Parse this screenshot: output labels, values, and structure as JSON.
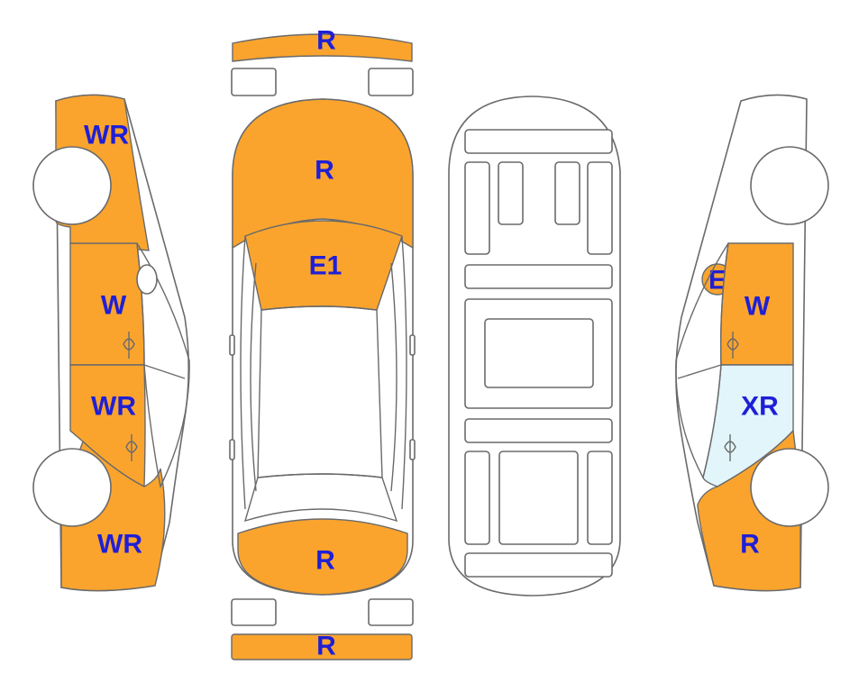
{
  "colors": {
    "damage": "#FAA42E",
    "glass_marked": "#E2F5FB",
    "label": "#1F1FD6",
    "outline": "#6A6A6A"
  },
  "labels": {
    "front_bumper": "R",
    "hood": "R",
    "windshield": "E1",
    "trunk": "R",
    "rear_bumper": "R",
    "left_front_fender": "WR",
    "left_front_door": "W",
    "left_rear_door": "WR",
    "left_rear_quarter": "WR",
    "right_mirror": "E",
    "right_front_door": "W",
    "right_rear_door": "XR",
    "right_rear_quarter": "R"
  }
}
